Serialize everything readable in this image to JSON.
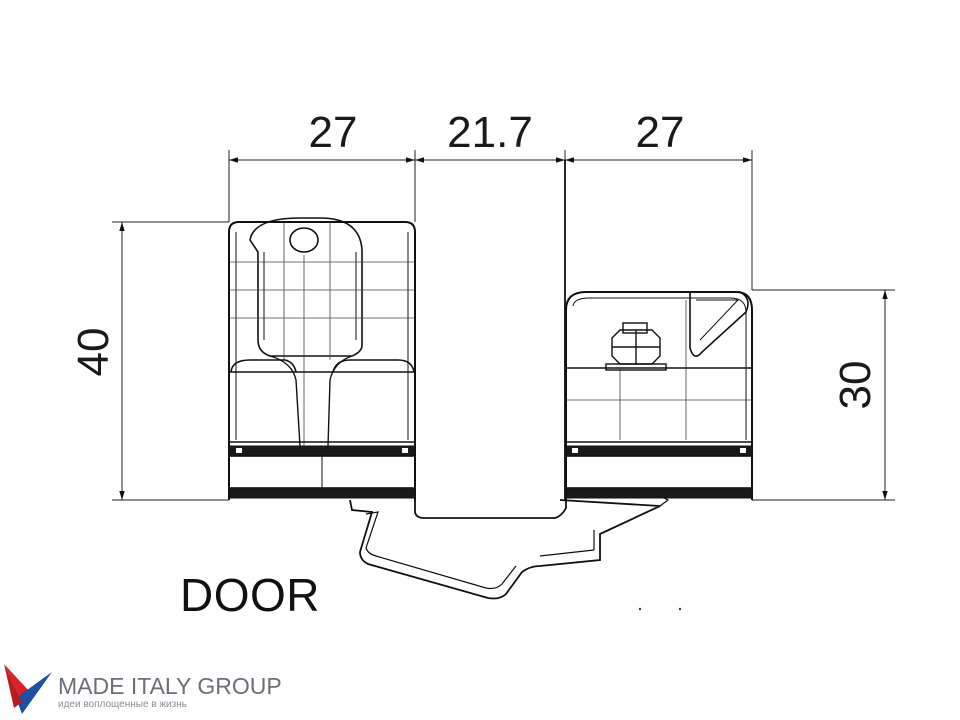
{
  "dimensions": {
    "left_width": "27",
    "middle_gap": "21.7",
    "right_width": "27",
    "left_height": "40",
    "right_height": "30"
  },
  "label": "DOOR",
  "brand": {
    "name": "MADE ITALY GROUP",
    "tagline": "идеи воплощенные в жизнь",
    "colors": {
      "red": "#d8232a",
      "blue": "#1f4fa3",
      "gray": "#6c6f78"
    }
  }
}
